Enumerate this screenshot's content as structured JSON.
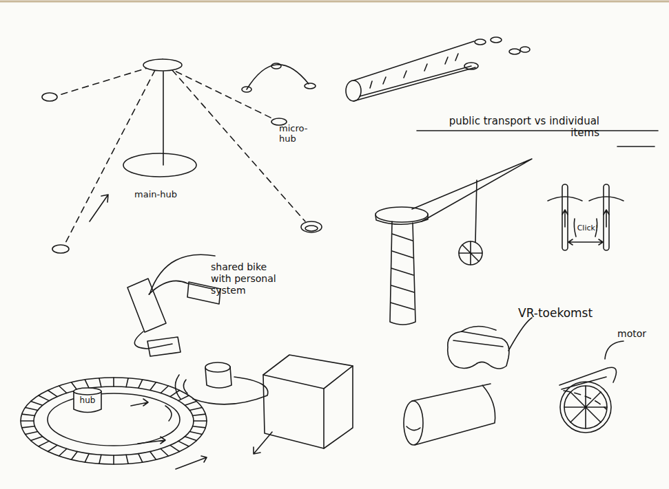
{
  "diagram": {
    "nodes": [
      {
        "text": [
          "main-hub"
        ]
      },
      {
        "text": [
          "micro-hub"
        ]
      },
      {
        "text": [
          "hub"
        ]
      }
    ],
    "edges": [
      {
        "from": 0,
        "to": 1,
        "arrow": "none"
      }
    ],
    "labels": [
      "public transport vs individual items",
      "shared bike with personal system",
      "VR-toekomst",
      "motor",
      "Click!"
    ]
  }
}
